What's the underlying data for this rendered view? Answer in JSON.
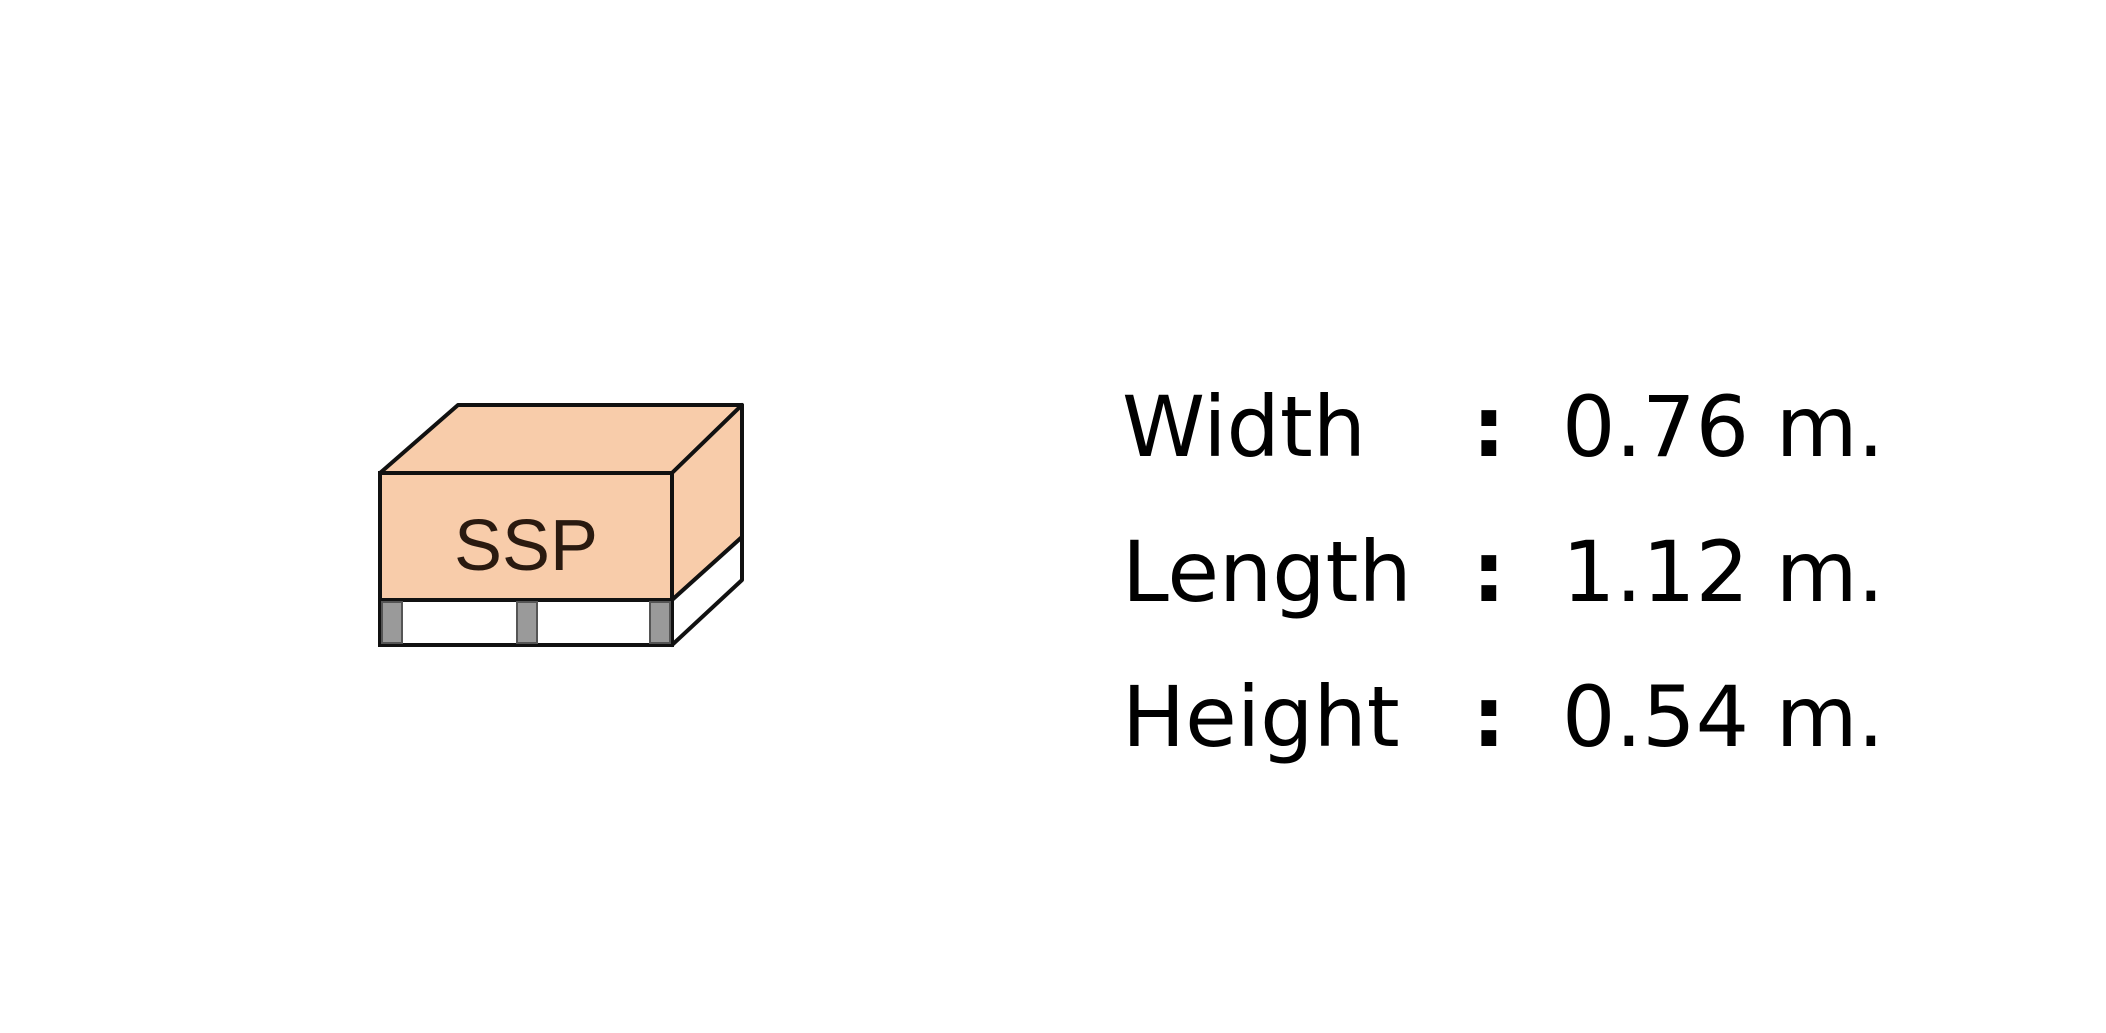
{
  "colors": {
    "box_fill": "#f8ccaa",
    "outline": "#111111",
    "pallet_block": "#9a9a9a",
    "pallet_fill": "#ffffff",
    "text": "#000000"
  },
  "box": {
    "label": "SSP",
    "icon": "pallet-box-icon"
  },
  "dimensions": [
    {
      "label": "Width",
      "separator": ":",
      "value": "0.76 m."
    },
    {
      "label": "Length",
      "separator": ":",
      "value": "1.12 m."
    },
    {
      "label": "Height",
      "separator": ":",
      "value": "0.54 m."
    }
  ]
}
